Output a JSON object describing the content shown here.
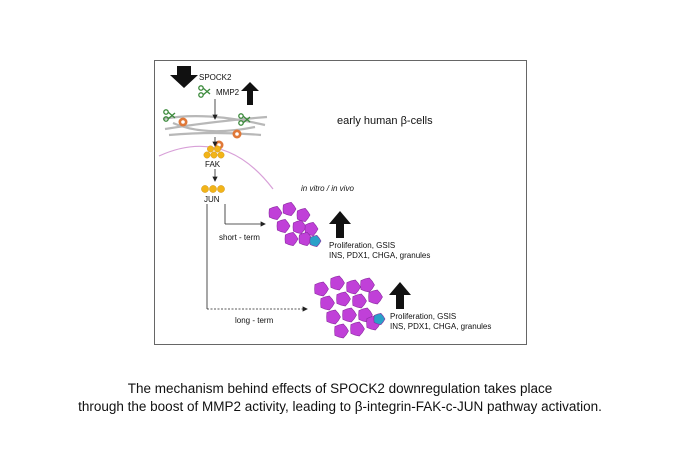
{
  "figure": {
    "title": "early human β-cells",
    "spock2_label": "SPOCK2",
    "mmp2_label": "MMP2",
    "fak_label": "FAK",
    "jun_label": "JUN",
    "condition_label": "in vitro / in vivo",
    "short_term_label": "short - term",
    "long_term_label": "long - term",
    "short_term_effects": {
      "line1": "Proliferation, GSIS",
      "line2": "INS, PDX1, CHGA, granules"
    },
    "long_term_effects": {
      "line1": "Proliferation, GSIS",
      "line2": "INS, PDX1, CHGA, granules"
    },
    "colors": {
      "cell_cluster": "#c040d8",
      "highlight_cell": "#2aa0c8",
      "phospho": "#f2b418",
      "membrane": "#d8a0d8",
      "integrin_badge": "#e07838"
    }
  },
  "caption": {
    "line1": "The mechanism behind effects of SPOCK2 downregulation takes place",
    "line2": "through the boost of MMP2 activity, leading to β-integrin-FAK-c-JUN pathway activation."
  }
}
